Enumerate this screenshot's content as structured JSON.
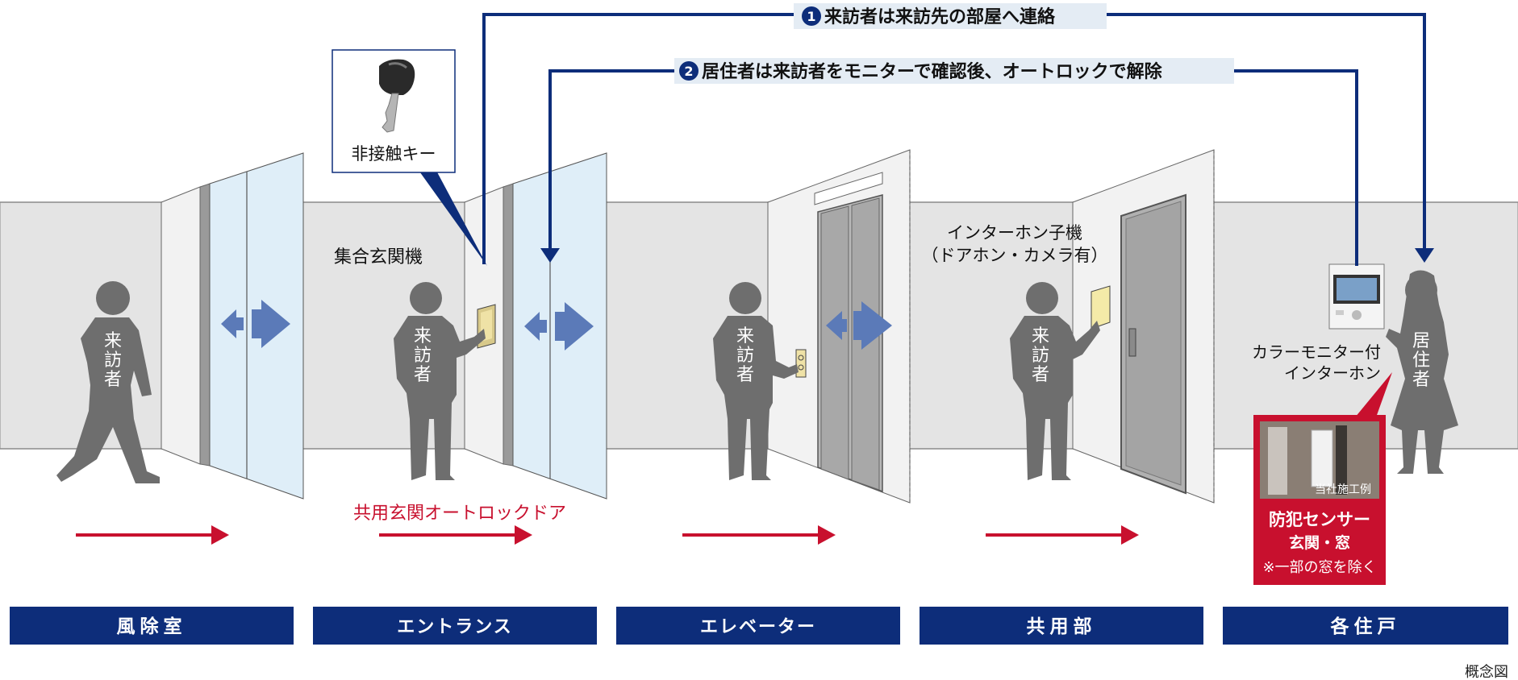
{
  "steps": {
    "step1": {
      "num": "1",
      "text": "来訪者は来訪先の部屋へ連絡"
    },
    "step2": {
      "num": "2",
      "text": "居住者は来訪者をモニターで確認後、オートロックで解除"
    }
  },
  "labels": {
    "key": "非接触キー",
    "entrance_panel": "集合玄関機",
    "autolock_door": "共用玄関オートロックドア",
    "intercom_sub_line1": "インターホン子機",
    "intercom_sub_line2": "（ドアホン・カメラ有）",
    "color_monitor_line1": "カラーモニター付",
    "color_monitor_line2": "インターホン",
    "visitor": [
      "来",
      "訪",
      "者"
    ],
    "resident": [
      "居",
      "住",
      "者"
    ],
    "note": "概念図"
  },
  "sensor_box": {
    "photo_caption": "当社施工例",
    "title": "防犯センサー",
    "subtitle": "玄関・窓",
    "note": "※一部の窓を除く"
  },
  "sections": [
    {
      "id": "fujoshitsu",
      "label": "風除室"
    },
    {
      "id": "entrance",
      "label": "エントランス"
    },
    {
      "id": "elevator",
      "label": "エレベーター"
    },
    {
      "id": "kyoyobu",
      "label": "共用部"
    },
    {
      "id": "kakujuko",
      "label": "各住戸"
    }
  ],
  "colors": {
    "navy": "#0d2d7a",
    "red": "#c8102e",
    "wall": "#e4e4e4",
    "glass": "#dfeef8",
    "figure": "#6e6e6e",
    "arrow_blue": "#5b7ab8"
  }
}
